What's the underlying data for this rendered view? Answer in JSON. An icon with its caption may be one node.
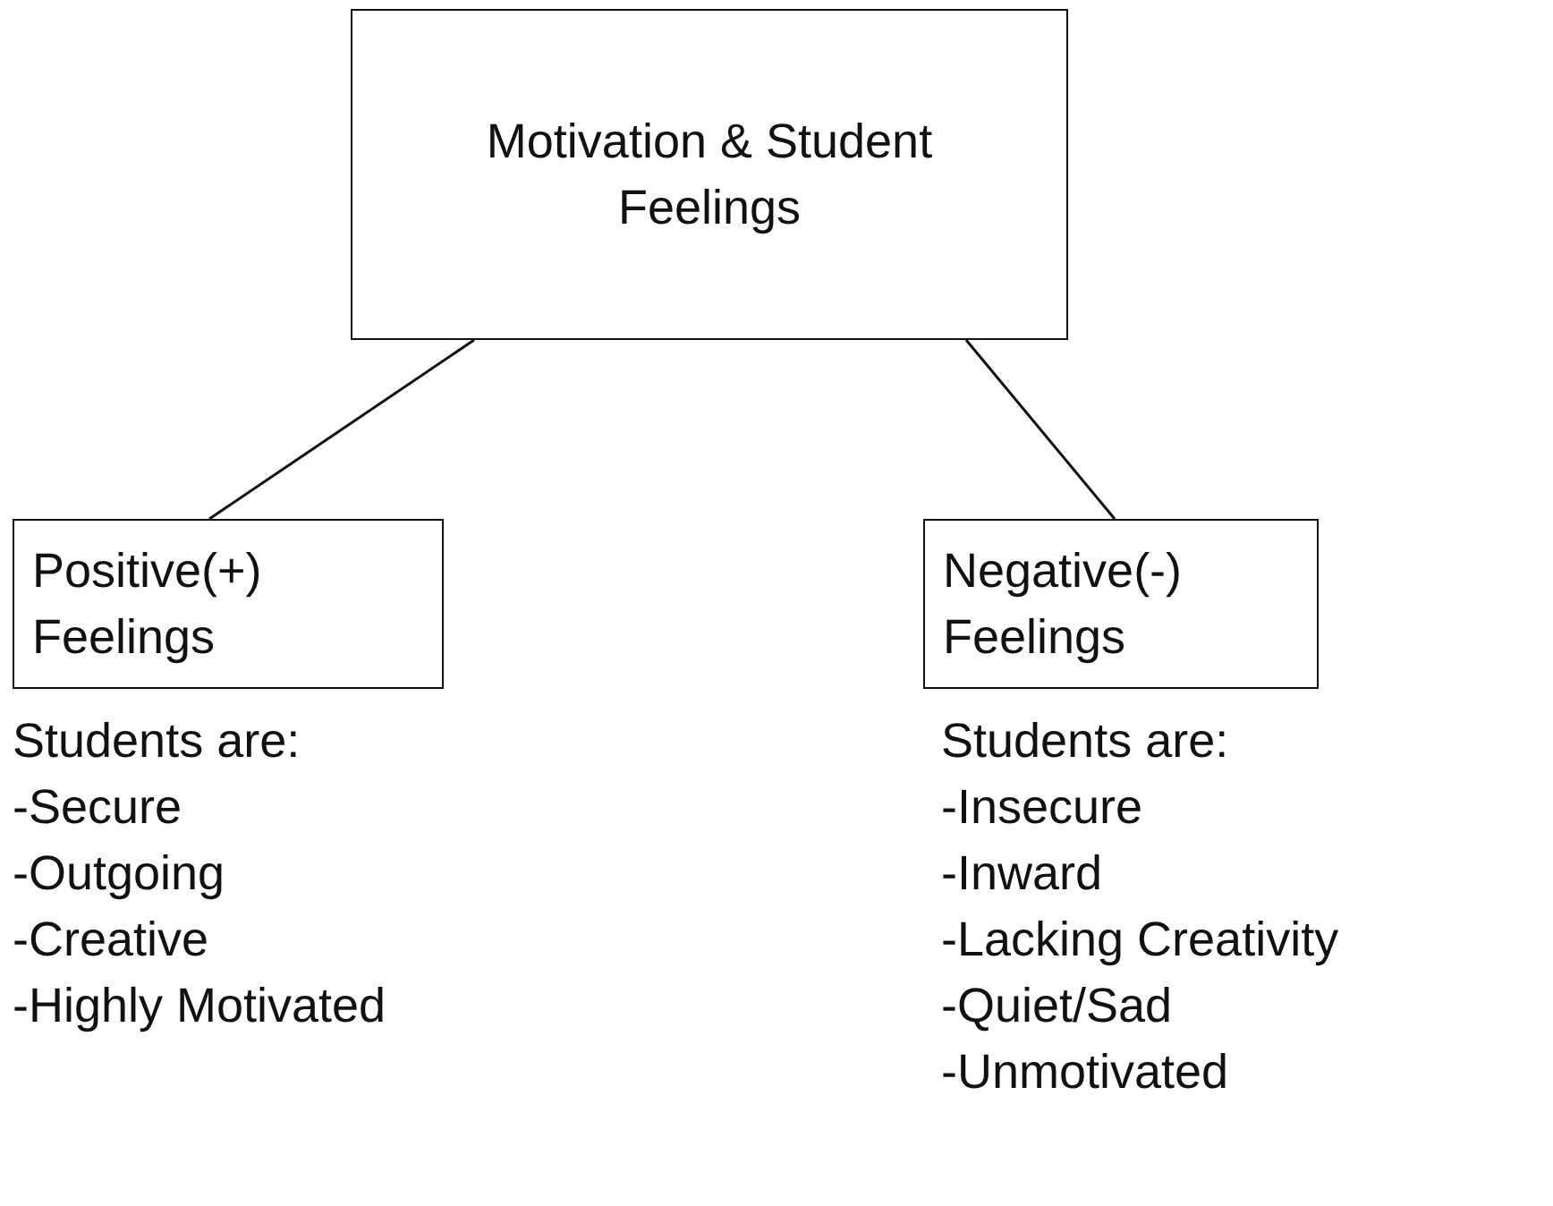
{
  "diagram": {
    "nodes": [
      {
        "text": [
          "Motivation & Student Feelings"
        ]
      },
      {
        "text": [
          "Positive(+) Feelings"
        ],
        "beside": [
          "Students are:",
          "-Secure",
          "-Outgoing",
          "-Creative",
          "-Highly Motivated"
        ]
      },
      {
        "text": [
          "Negative(-) Feelings"
        ],
        "beside": [
          "Students are:",
          "-Insecure",
          "-Inward",
          "-Lacking Creativity",
          "-Quiet/Sad",
          "-Unmotivated"
        ]
      }
    ],
    "edges": [
      {
        "from": 0,
        "to": 1,
        "arrow": "none"
      },
      {
        "from": 0,
        "to": 2,
        "arrow": "none"
      }
    ]
  }
}
